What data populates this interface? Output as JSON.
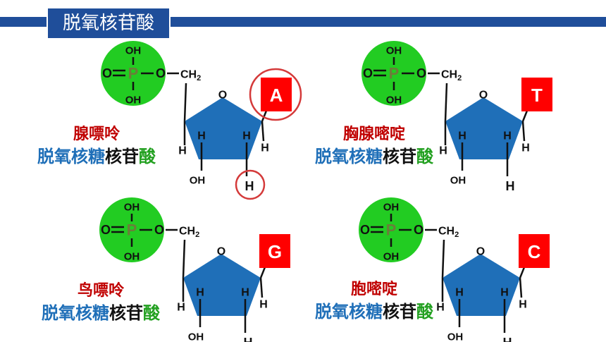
{
  "header": {
    "title": "脱氧核苷酸"
  },
  "labels": {
    "oh": "OH",
    "o": "O",
    "p": "P",
    "ch2": "CH",
    "ch2_sub": "2",
    "h": "H",
    "ring_o": "O"
  },
  "nucleotides": [
    {
      "id": "adenine",
      "base_letter": "A",
      "base_name": "腺嘌呤",
      "sugar_part": "脱氧核糖",
      "nucleoside_part": "核苷",
      "acid_part": "酸",
      "circled": true
    },
    {
      "id": "thymine",
      "base_letter": "T",
      "base_name": "胸腺嘧啶",
      "sugar_part": "脱氧核糖",
      "nucleoside_part": "核苷",
      "acid_part": "酸",
      "circled": false
    },
    {
      "id": "guanine",
      "base_letter": "G",
      "base_name": "鸟嘌呤",
      "sugar_part": "脱氧核糖",
      "nucleoside_part": "核苷",
      "acid_part": "酸",
      "circled": false
    },
    {
      "id": "cytosine",
      "base_letter": "C",
      "base_name": "胞嘧啶",
      "sugar_part": "脱氧核糖",
      "nucleoside_part": "核苷",
      "acid_part": "酸",
      "circled": false
    }
  ],
  "colors": {
    "phosphate": "#22cc22",
    "phosphorus": "#6b7d3a",
    "sugar": "#1f6fb8",
    "base": "#ff0000",
    "base_text": "#ffffff",
    "highlight_circle": "#d43a3a",
    "header": "#1f4e9a"
  }
}
